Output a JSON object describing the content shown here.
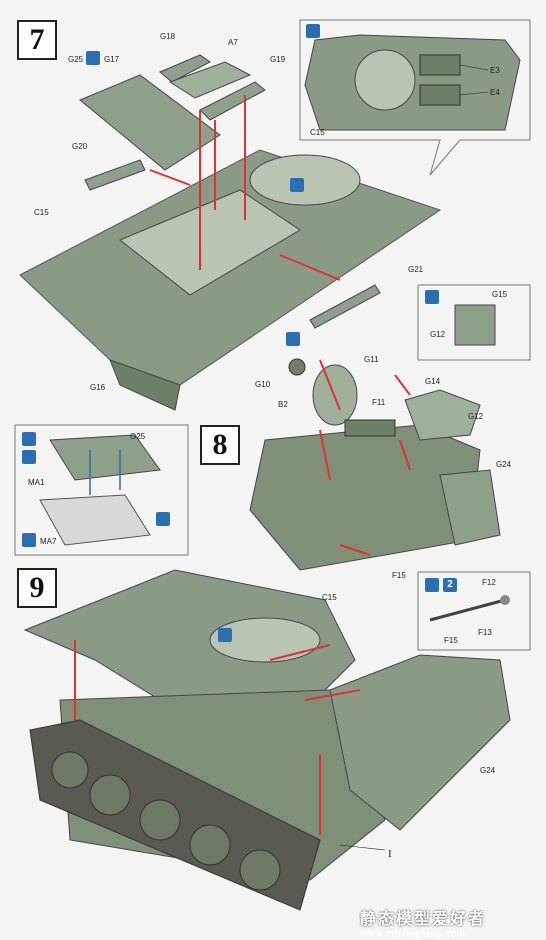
{
  "steps": {
    "step7": "7",
    "step8": "8",
    "step9": "9"
  },
  "step7_labels": {
    "g18": "G18",
    "a7": "A7",
    "g25": "G25",
    "g17": "G17",
    "g19": "G19",
    "g20": "G20",
    "c15": "C15",
    "g16": "G16",
    "g21": "G21",
    "inset_e3": "E3",
    "inset_e4": "E4",
    "inset_c15": "C15"
  },
  "inset_grill_labels": {
    "g25": "G25",
    "ma1": "MA1",
    "ma7": "MA7"
  },
  "step8_labels": {
    "g15": "G15",
    "g12_inset": "G12",
    "g11": "G11",
    "g10": "G10",
    "b2": "B2",
    "g14": "G14",
    "f11": "F11",
    "g12": "G12",
    "g24": "G24",
    "f15": "F15",
    "f12": "F12",
    "f13": "F13",
    "f15_inset": "F15",
    "x2": "2"
  },
  "step9_labels": {
    "c15": "C15",
    "g24": "G24",
    "i": "I"
  },
  "watermark": {
    "cn": "静态模型爱好者",
    "url": "www.moxingfans.com"
  }
}
